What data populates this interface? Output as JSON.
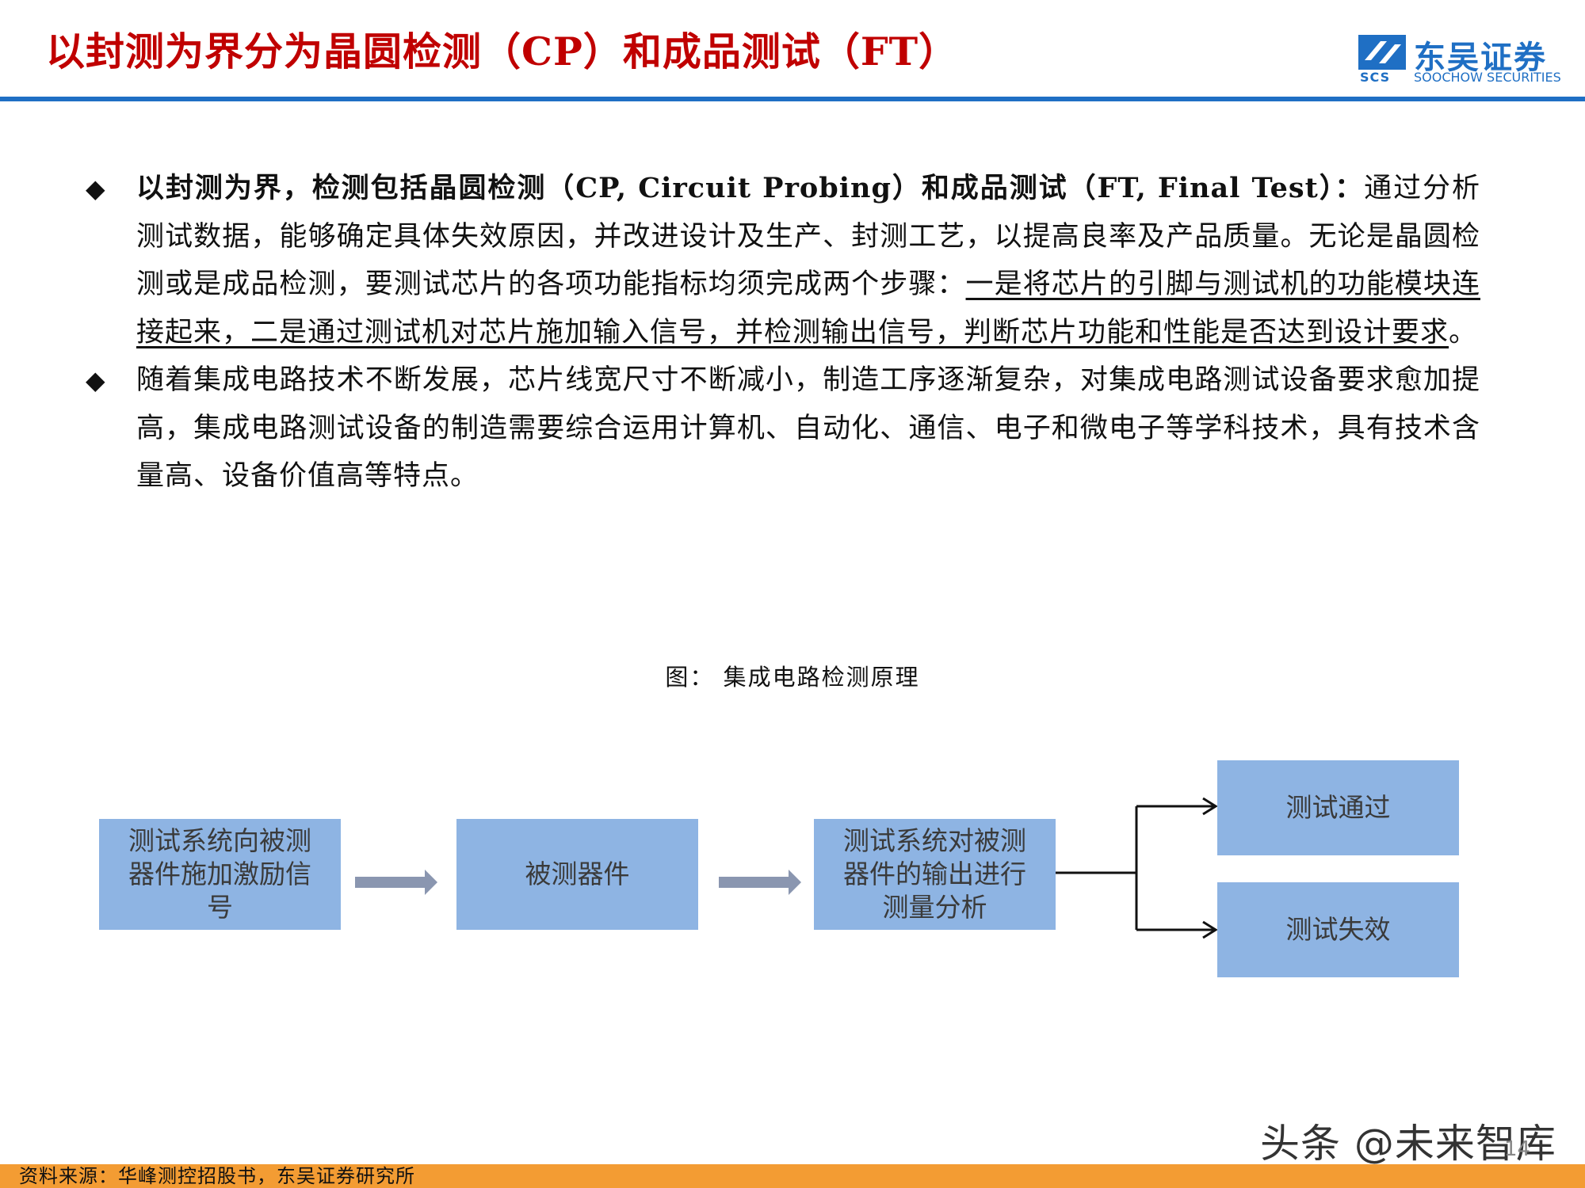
{
  "header": {
    "title": "以封测为界分为晶圆检测（CP）和成品测试（FT）",
    "logo_cn": "东吴证券",
    "logo_en": "SOOCHOW SECURITIES",
    "logo_abbr": "SCS",
    "accent_color": "#c00000",
    "rule_color": "#1f6fc4"
  },
  "bullets": [
    {
      "marker": "◆",
      "bold": "以封测为界，检测包括晶圆检测（CP, Circuit Probing）和成品测试（FT, Final Test）：",
      "text": "通过分析测试数据，能够确定具体失效原因，并改进设计及生产、封测工艺，以提高良率及产品质量。无论是晶圆检测或是成品检测，要测试芯片的各项功能指标均须完成两个步骤：",
      "underlined": "一是将芯片的引脚与测试机的功能模块连接起来，二是通过测试机对芯片施加输入信号，并检测输出信号，判断芯片功能和性能是否达到设计要求",
      "tail": "。"
    },
    {
      "marker": "◆",
      "text": "随着集成电路技术不断发展，芯片线宽尺寸不断减小，制造工序逐渐复杂，对集成电路测试设备要求愈加提高，集成电路测试设备的制造需要综合运用计算机、自动化、通信、电子和微电子等学科技术，具有技术含量高、设备价值高等特点。"
    }
  ],
  "figure": {
    "caption": "图：  集成电路检测原理",
    "box_color": "#8eb4e3",
    "boxes": {
      "stimulus": "测试系统向被测器件施加激励信号",
      "dut": "被测器件",
      "analysis": "测试系统对被测器件的输出进行测量分析",
      "pass": "测试通过",
      "fail": "测试失效"
    }
  },
  "footer": {
    "source": "资料来源：华峰测控招股书，东吴证券研究所",
    "bar_color": "#f39c33"
  },
  "watermark": "头条 @未来智库",
  "page_number": "14"
}
